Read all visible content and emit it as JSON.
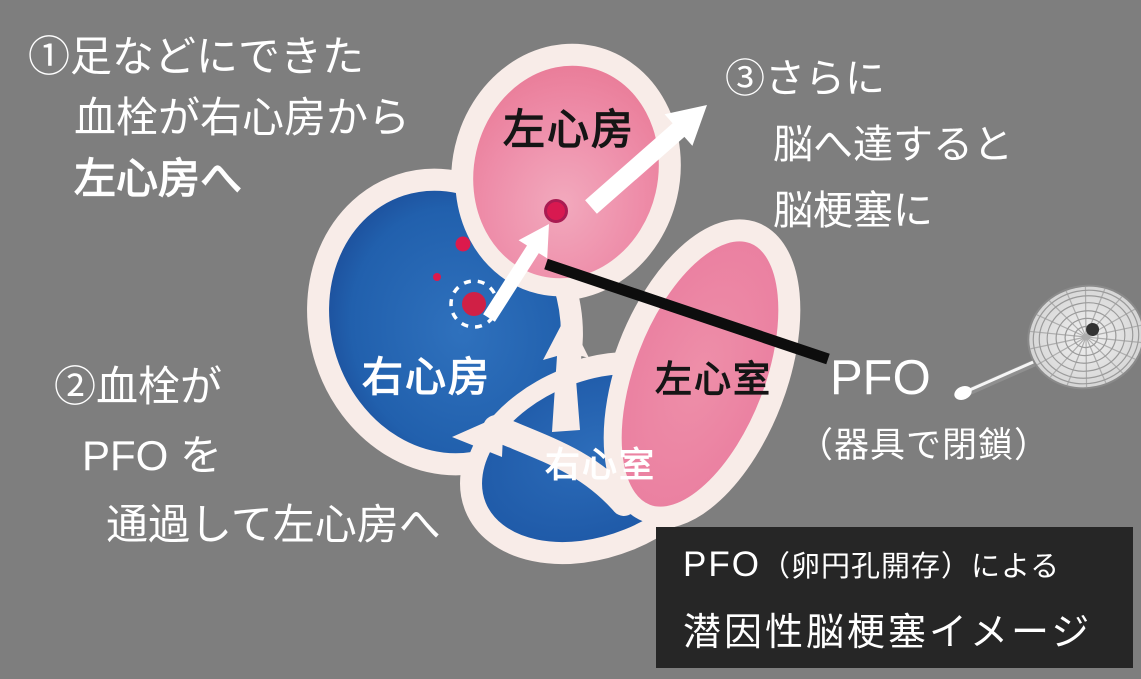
{
  "colors": {
    "background": "#7e7e7e",
    "heart_outline_cream": "#f8ece8",
    "right_heart_blue": "#2f71bd",
    "right_heart_blue_dark": "#142e79",
    "left_heart_pink": "#ec84a2",
    "clot_red": "#d81950",
    "arrow_white": "#ffffff",
    "pointer_black": "#0d0d0d",
    "caption_bg": "#262626",
    "caption_text": "#ffffff"
  },
  "annotations": {
    "step1": {
      "line1": "①足などにできた",
      "line2": "血栓が右心房から",
      "line3": "左心房へ"
    },
    "step2": {
      "line1": "②血栓が",
      "line2": "PFO を",
      "line3": "通過して左心房へ"
    },
    "step3": {
      "line1": "③さらに",
      "line2": "脳へ達すると",
      "line3": "脳梗塞に"
    },
    "pfo": {
      "title": "PFO",
      "subtitle": "（器具で閉鎖）"
    }
  },
  "heart": {
    "left_atrium_label": "左心房",
    "right_atrium_label": "右心房",
    "left_ventricle_label": "左心室",
    "right_ventricle_label": "右心室"
  },
  "caption": {
    "line1_latin": "PFO",
    "line1_rest": "（卵円孔開存）による",
    "line2": "潜因性脳梗塞イメージ"
  }
}
